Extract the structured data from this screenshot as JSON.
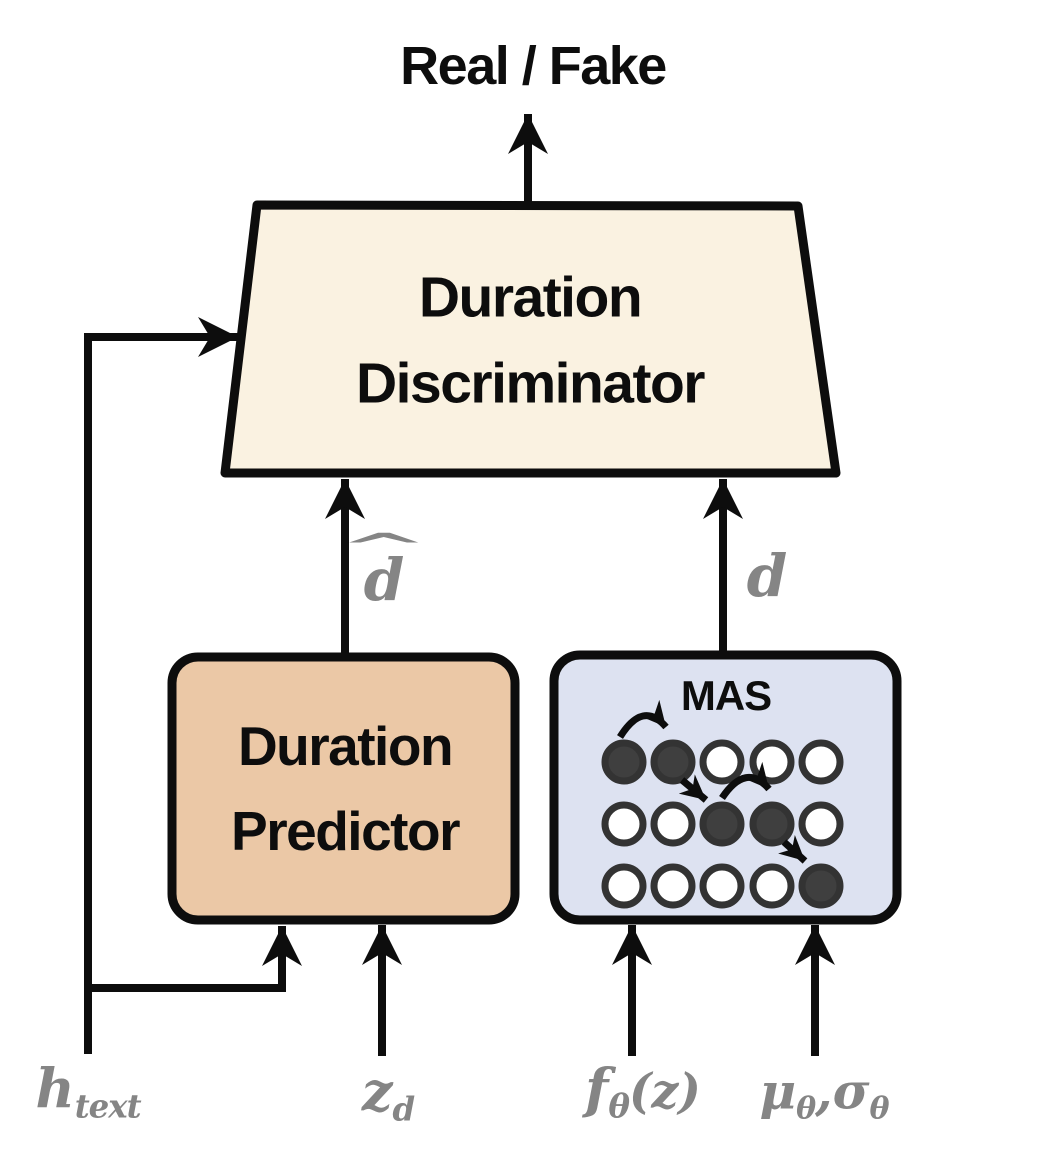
{
  "diagram": {
    "output_label": "Real / Fake",
    "discriminator": {
      "line1": "Duration",
      "line2": "Discriminator"
    },
    "predictor": {
      "line1": "Duration",
      "line2": "Predictor"
    },
    "mas": {
      "title": "MAS"
    },
    "edge_labels": {
      "d_hat": {
        "base": "d",
        "hat": "^"
      },
      "d": "d"
    },
    "input_labels": {
      "h_text": {
        "base": "h",
        "sub": "text"
      },
      "z_d": {
        "base": "z",
        "sub": "d"
      },
      "f_theta_z": {
        "base": "f",
        "sub": "θ",
        "paren": "(z)"
      },
      "mu_sigma": {
        "mu": "μ",
        "mu_sub": "θ",
        "comma": ",",
        "sigma": "σ",
        "sigma_sub": "θ"
      }
    },
    "colors": {
      "line": "#0d0d0d",
      "gray_label": "#858585",
      "discriminator_fill": "#faf2e1",
      "predictor_fill": "#ebc8a6",
      "mas_fill": "#dde2f1",
      "node_fill": "#3f3f3f",
      "node_stroke": "#333333",
      "node_open_fill": "#ffffff"
    },
    "mas_grid": {
      "rows": 3,
      "cols": 5,
      "filled": [
        [
          0,
          0
        ],
        [
          0,
          1
        ],
        [
          1,
          2
        ],
        [
          1,
          3
        ],
        [
          2,
          4
        ]
      ]
    }
  }
}
